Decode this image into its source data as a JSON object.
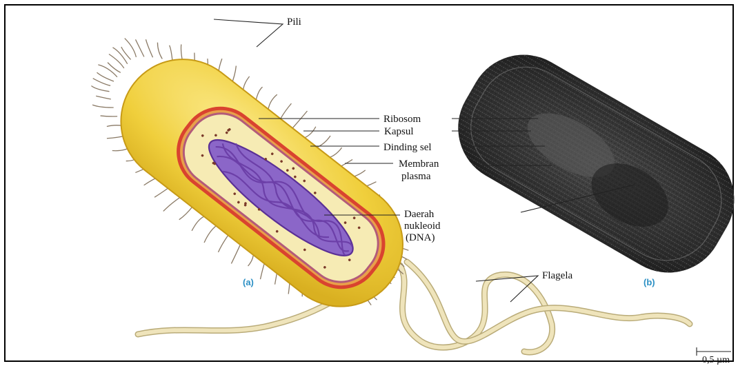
{
  "labels": {
    "pili": "Pili",
    "ribosom": "Ribosom",
    "kapsul": "Kapsul",
    "dinding_sel": "Dinding sel",
    "membran_line1": "Membran",
    "membran_line2": "plasma",
    "daerah_line1": "Daerah",
    "daerah_line2": "nukleoid",
    "daerah_line3": "(DNA)",
    "flagela": "Flagela",
    "panel_a": "(a)",
    "panel_b": "(b)",
    "scale": "0,5 µm"
  },
  "colors": {
    "capsule": "#f2d64a",
    "cytoplasm": "#f6ebb4",
    "wall": "#d9432f",
    "membrane": "#c05a8a",
    "nucleoid": "#6c3fa8",
    "flagella": "#e7dcae",
    "panel_label": "#2a8fc4",
    "micrograph": "#2a2a2a"
  }
}
